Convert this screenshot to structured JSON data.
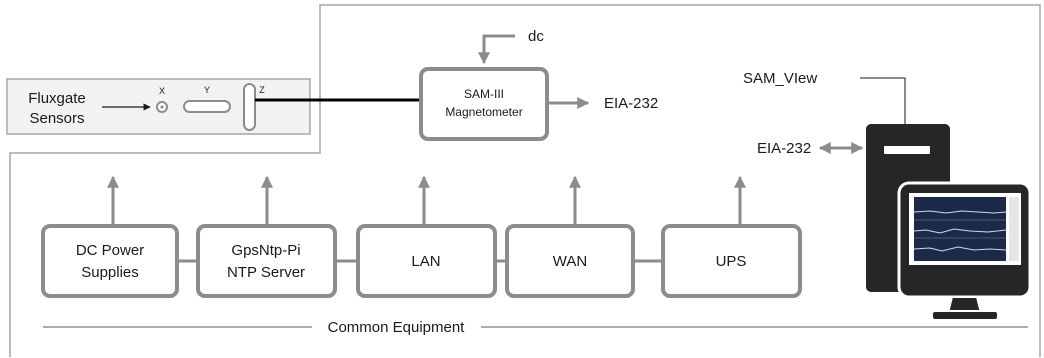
{
  "sensors": {
    "label_line1": "Fluxgate",
    "label_line2": "Sensors",
    "axis_x": "X",
    "axis_y": "Y",
    "axis_z": "Z"
  },
  "magnetometer": {
    "label_line1": "SAM-III",
    "label_line2": "Magnetometer",
    "input_label": "dc",
    "output_label": "EIA-232"
  },
  "computer": {
    "software_label": "SAM_VIew",
    "port_label": "EIA-232"
  },
  "equipment": {
    "boxes": [
      {
        "line1": "DC Power",
        "line2": "Supplies"
      },
      {
        "line1": "GpsNtp-Pi",
        "line2": "NTP Server"
      },
      {
        "line1": "LAN",
        "line2": ""
      },
      {
        "line1": "WAN",
        "line2": ""
      },
      {
        "line1": "UPS",
        "line2": ""
      }
    ],
    "caption": "Common Equipment"
  },
  "colors": {
    "box_stroke": "#8c8c8c",
    "panel_stroke": "#a6a6a6",
    "computer_body": "#262626",
    "screen_dark": "#1c2a4a",
    "cable": "#000000"
  }
}
